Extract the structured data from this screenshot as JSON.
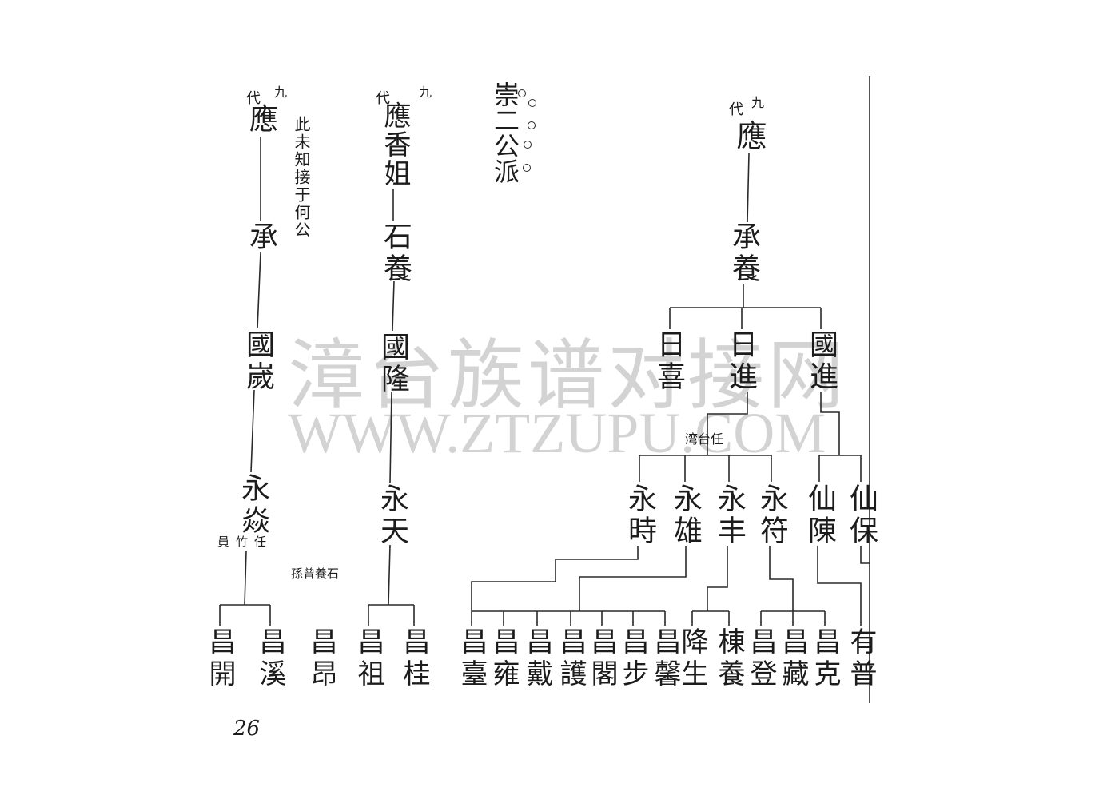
{
  "page_number": "26",
  "watermark": {
    "cn": "漳台族谱对接网",
    "url": "WWW.ZTZUPU.COM"
  },
  "branch_title": "崇二公派",
  "left_tree": {
    "gen_number": "九",
    "gen_word": "代",
    "founder": "應",
    "note": "此未知接于何公",
    "gen10": "承",
    "gen11": "國嵗",
    "gen12": "永焱",
    "gen12_note": "任竹員",
    "gen13": [
      "昌開",
      "昌溪"
    ]
  },
  "adopted": {
    "note": "石養曾孫",
    "name": "昌昂"
  },
  "middle_tree": {
    "gen_number": "九",
    "gen_word": "代",
    "founder": "應香姐",
    "gen10": "石養",
    "gen11": "國隆",
    "gen12": "永天",
    "gen13": [
      "昌祖",
      "昌桂"
    ]
  },
  "right_tree": {
    "gen_number": "九",
    "gen_word": "代",
    "founder": "應",
    "gen10": "承養",
    "gen11": [
      "日喜",
      "日進",
      "國進"
    ],
    "gen11_note": "任台湾",
    "gen12": [
      "永時",
      "永雄",
      "永丰",
      "永符",
      "仙陳",
      "仙保"
    ],
    "gen13": [
      "昌臺",
      "昌雍",
      "昌戴",
      "昌護",
      "昌閣",
      "昌步",
      "昌馨",
      "降生",
      "棟養",
      "昌登",
      "昌藏",
      "昌克",
      "有普"
    ]
  }
}
